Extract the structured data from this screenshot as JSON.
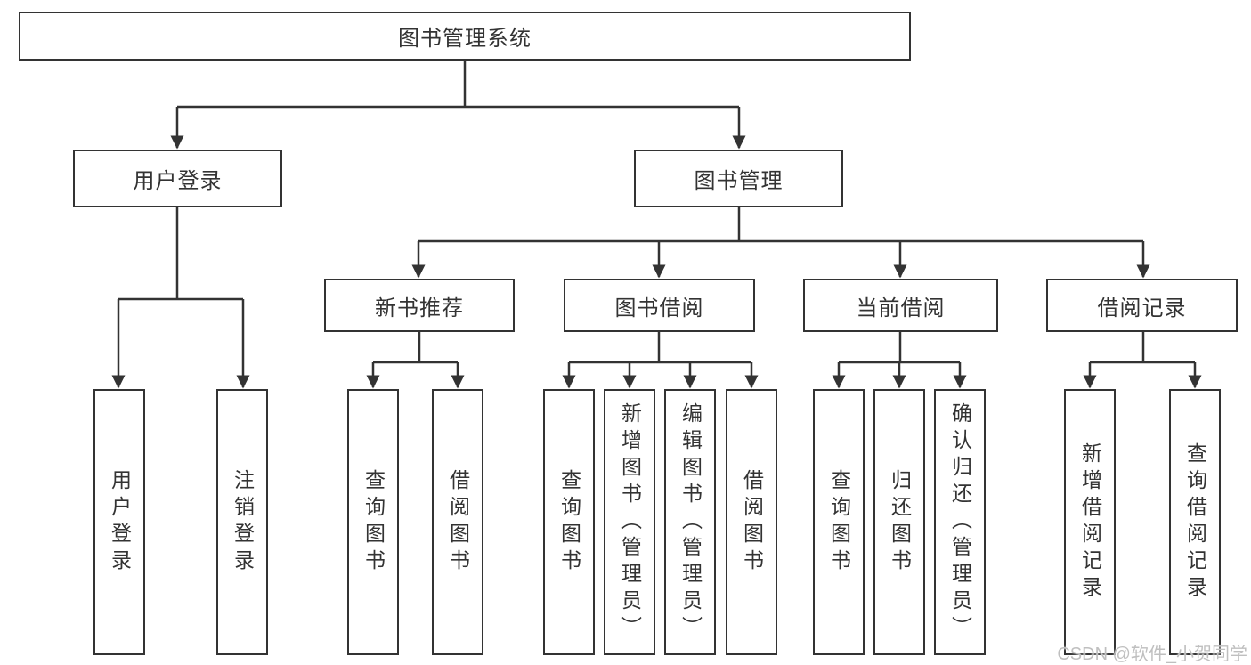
{
  "diagram": {
    "root": {
      "label": "图书管理系统"
    },
    "branches": [
      {
        "label": "用户登录",
        "children": [
          {
            "label": "用户登录"
          },
          {
            "label": "注销登录"
          }
        ]
      },
      {
        "label": "图书管理",
        "children": [
          {
            "label": "新书推荐",
            "children": [
              {
                "label": "查询图书"
              },
              {
                "label": "借阅图书"
              }
            ]
          },
          {
            "label": "图书借阅",
            "children": [
              {
                "label": "查询图书"
              },
              {
                "label": "新增图书（管理员）"
              },
              {
                "label": "编辑图书（管理员）"
              },
              {
                "label": "借阅图书"
              }
            ]
          },
          {
            "label": "当前借阅",
            "children": [
              {
                "label": "查询图书"
              },
              {
                "label": "归还图书"
              },
              {
                "label": "确认归还（管理员）"
              }
            ]
          },
          {
            "label": "借阅记录",
            "children": [
              {
                "label": "新增借阅记录"
              },
              {
                "label": "查询借阅记录"
              }
            ]
          }
        ]
      }
    ]
  },
  "watermark": {
    "text": "CSDN @软件_小贺同学"
  },
  "colors": {
    "line": "#333333",
    "box_border": "#333333",
    "text": "#333333",
    "watermark": "#bfbfbf",
    "background": "#ffffff"
  }
}
